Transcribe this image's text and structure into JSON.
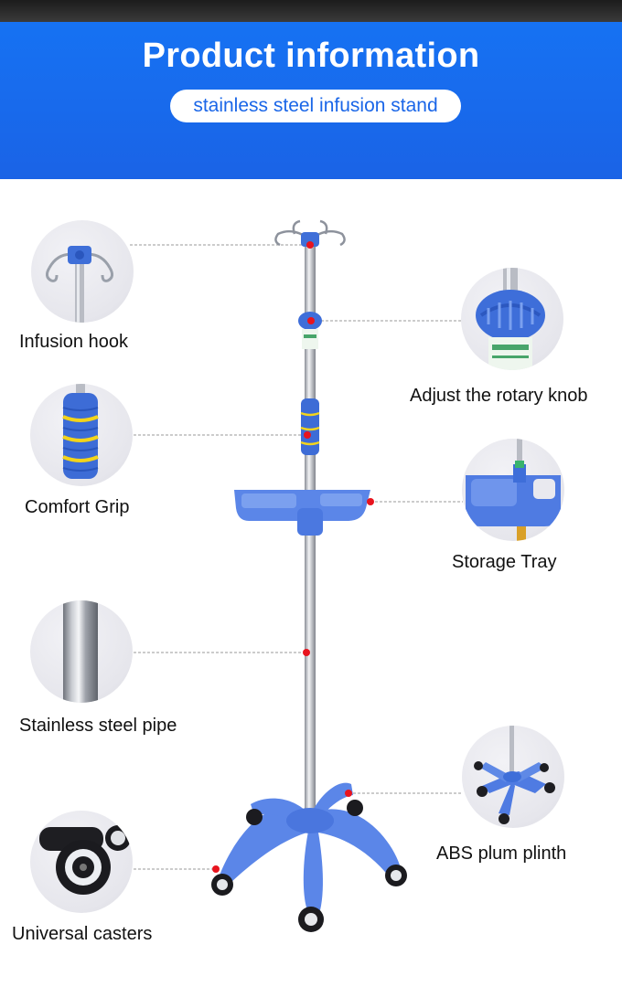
{
  "header": {
    "title": "Product information",
    "subtitle": "stainless steel infusion stand"
  },
  "features": [
    {
      "name": "Infusion hook"
    },
    {
      "name": "Adjust the rotary knob"
    },
    {
      "name": "Comfort Grip"
    },
    {
      "name": "Storage Tray"
    },
    {
      "name": "Stainless steel pipe"
    },
    {
      "name": "ABS plum plinth"
    },
    {
      "name": "Universal casters"
    }
  ],
  "colors": {
    "banner": "#1a66e8",
    "product_blue": "#5b86e8",
    "marker": "#e8141e",
    "grip_yellow": "#f3d41b"
  }
}
